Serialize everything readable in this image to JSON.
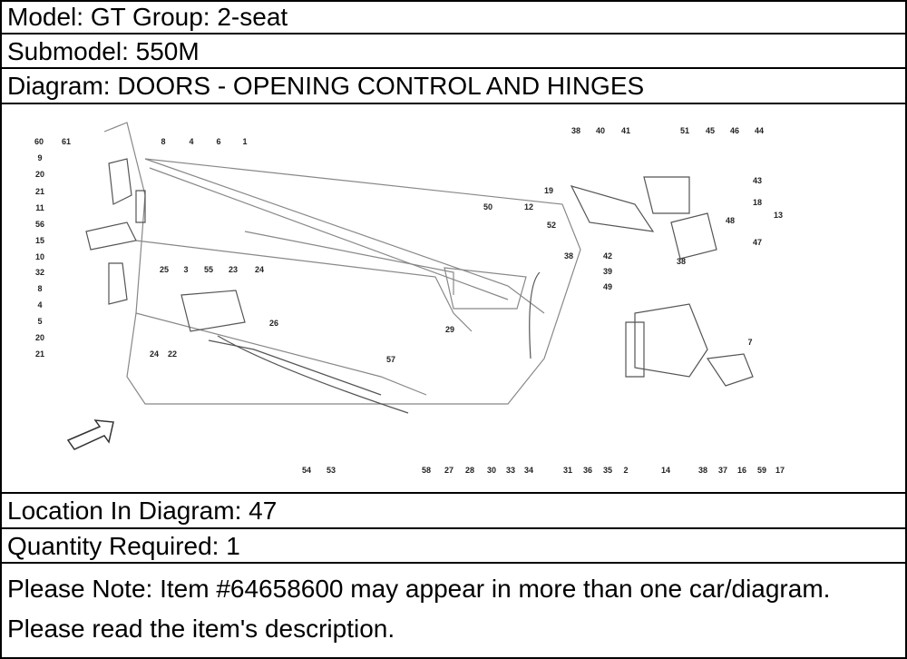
{
  "header": {
    "model": "Model: GT Group: 2-seat",
    "submodel": "Submodel: 550M",
    "diagram": "Diagram: DOORS - OPENING CONTROL AND HINGES"
  },
  "callouts": [
    "60",
    "61",
    "8",
    "4",
    "6",
    "1",
    "9",
    "20",
    "21",
    "11",
    "56",
    "15",
    "10",
    "32",
    "8",
    "4",
    "5",
    "20",
    "21",
    "25",
    "3",
    "55",
    "23",
    "24",
    "26",
    "24",
    "22",
    "50",
    "29",
    "57",
    "38",
    "42",
    "39",
    "49",
    "52",
    "12",
    "19",
    "38",
    "40",
    "41",
    "51",
    "45",
    "46",
    "44",
    "43",
    "18",
    "48",
    "47",
    "13",
    "38",
    "7",
    "54",
    "53",
    "58",
    "27",
    "28",
    "30",
    "33",
    "34",
    "31",
    "36",
    "35",
    "2",
    "14",
    "38",
    "37",
    "16",
    "59",
    "17"
  ],
  "footer": {
    "location": "Location In Diagram: 47",
    "quantity": "Quantity Required: 1",
    "note": "Please Note: Item #64658600 may appear in more than one car/diagram. Please read the item's description."
  }
}
